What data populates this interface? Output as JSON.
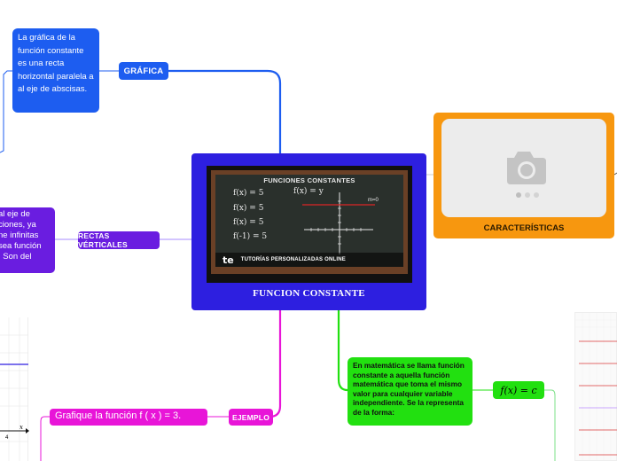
{
  "central": {
    "title": "FUNCION CONSTANTE",
    "image": {
      "heading": "FUNCIONES CONSTANTES",
      "equations": [
        "f(x) = 5",
        "f(x) = 5",
        "f(x) = 5",
        "f(-1) = 5"
      ],
      "graph_label": "f(x) = y",
      "slope_label": "m=0",
      "brand_logo": "te",
      "brand_text": "TUTORÍAS PERSONALIZADAS ONLINE"
    }
  },
  "branches": {
    "grafica": {
      "label": "GRÁFICA",
      "note": "La gráfica de la función constante es una recta horizontal paralela a al eje de abscisas."
    },
    "rectas": {
      "label": "RECTAS VÉRTICALES",
      "note_lines": [
        "al eje de",
        "ciones, ya",
        "ne infinitas",
        "sea función",
        ". Son del"
      ]
    },
    "ejemplo": {
      "label": "EJEMPLO",
      "task": "Grafique la función f ( x ) = 3."
    },
    "definicion": {
      "note": "En matemática se llama función constante a aquella función matemática que toma el mismo valor para cualquier variable independiente. Se la representa de la forma:",
      "formula": "f(x) = c"
    },
    "caracteristicas": {
      "label": "CARACTERÍSTICAS",
      "icon": "camera-icon"
    }
  },
  "colors": {
    "blue": "#1d5df0",
    "purple": "#6a1de0",
    "magenta": "#e815d8",
    "green": "#22e010",
    "orange": "#f7970f",
    "central": "#2d1fe0"
  },
  "graph_tick": "4",
  "graph_axis": "x"
}
